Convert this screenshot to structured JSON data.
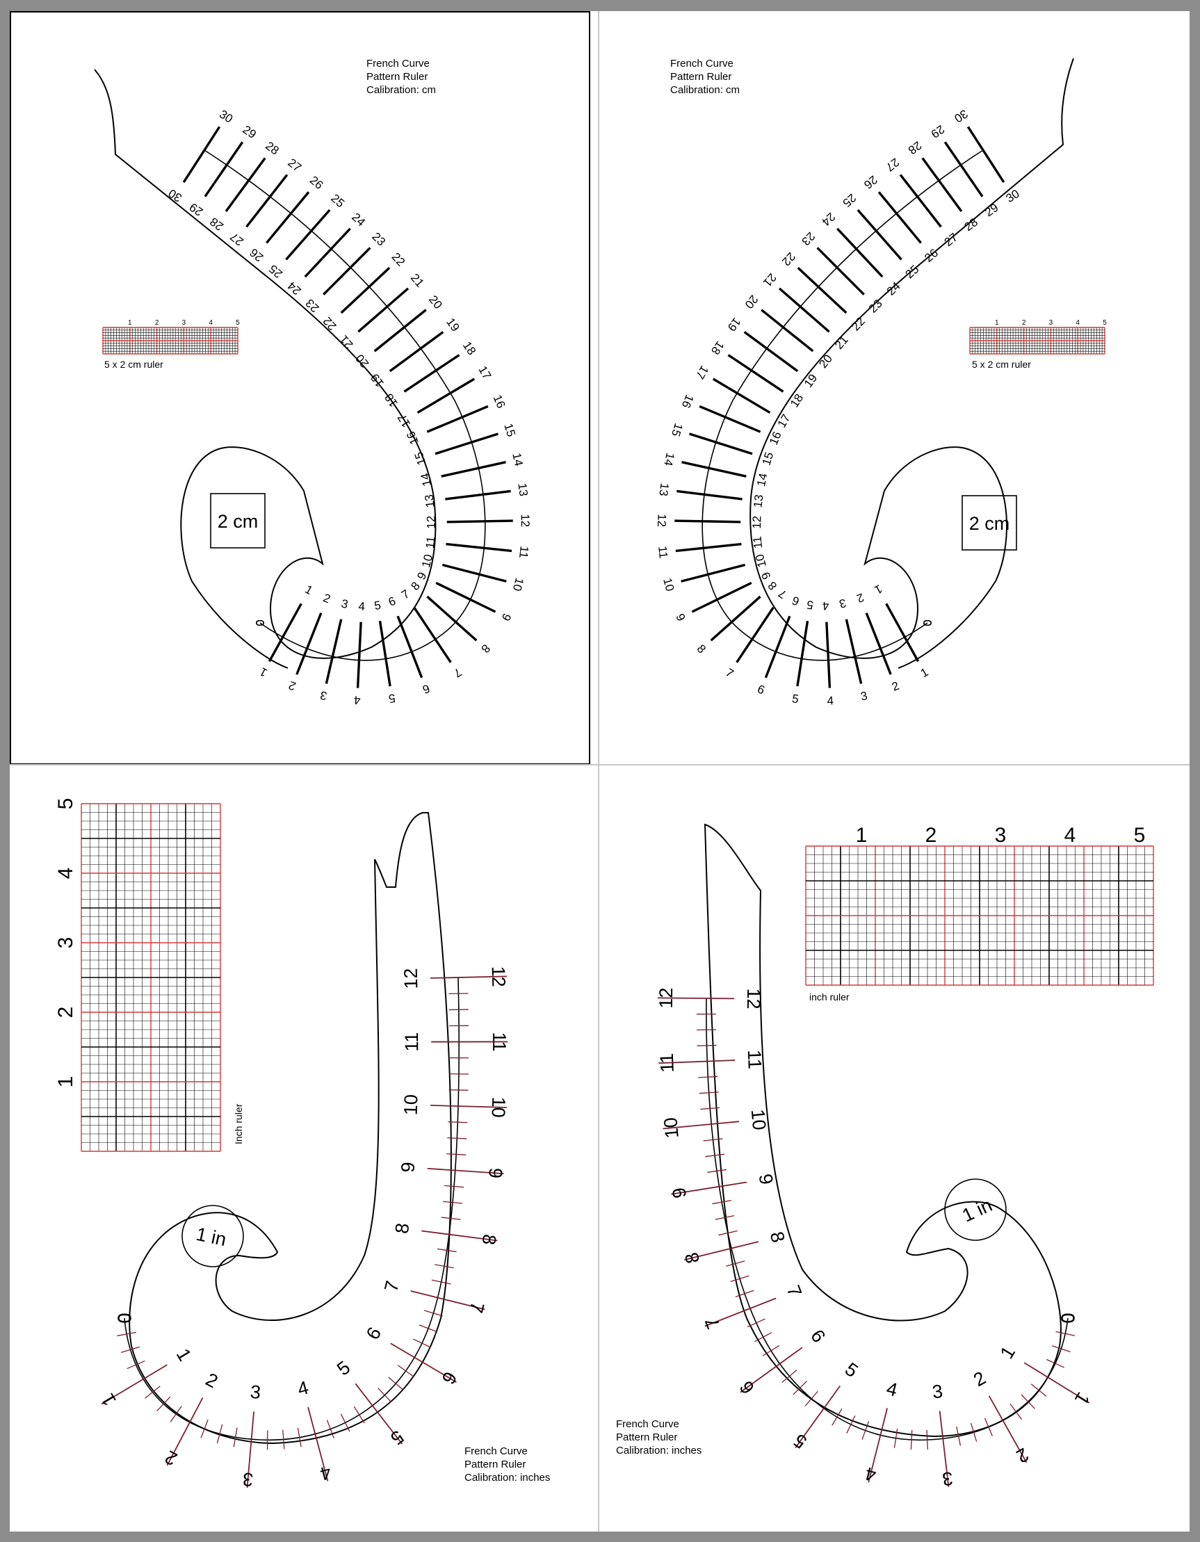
{
  "panels": [
    {
      "id": "cm-left",
      "info": [
        "French Curve",
        "Pattern Ruler",
        "Calibration: cm"
      ],
      "ruler_caption": "5 x 2 cm ruler",
      "ruler_numbers": [
        "1",
        "2",
        "3",
        "4",
        "5"
      ],
      "box_label": "2 cm"
    },
    {
      "id": "cm-right",
      "info": [
        "French Curve",
        "Pattern Ruler",
        "Calibration: cm"
      ],
      "ruler_caption": "5 x 2 cm ruler",
      "ruler_numbers": [
        "1",
        "2",
        "3",
        "4",
        "5"
      ],
      "box_label": "2 cm"
    },
    {
      "id": "in-left",
      "info": [
        "French Curve",
        "Pattern Ruler",
        "Calibration: inches"
      ],
      "ruler_caption": "Inch ruler",
      "ruler_numbers": [
        "1",
        "2",
        "3",
        "4",
        "5"
      ],
      "circle_label": "1 in"
    },
    {
      "id": "in-right",
      "info": [
        "French Curve",
        "Pattern Ruler",
        "Calibration: inches"
      ],
      "ruler_caption": "inch ruler",
      "ruler_numbers": [
        "1",
        "2",
        "3",
        "4",
        "5"
      ],
      "circle_label": "1 in"
    }
  ],
  "scales": {
    "cm_max": 30,
    "inch_max": 12
  },
  "colors": {
    "background": "#8c8c8c",
    "sheet": "#ffffff",
    "ink": "#000000",
    "inch_ticks": "#7a1f2e",
    "grid_red": "#d23a3a"
  }
}
